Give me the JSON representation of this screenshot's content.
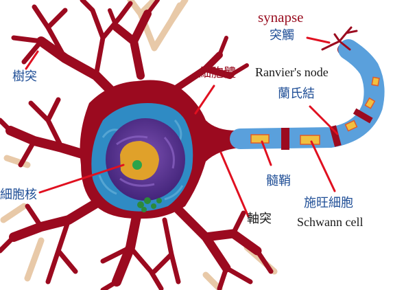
{
  "labels": {
    "synapse": "synapse",
    "terminal": "突觸",
    "dendrite": "樹突",
    "cell_body": "細胞體",
    "ranvier_en": "Ranvier's node",
    "ranvier_zh": "蘭氏結",
    "nucleus": "細胞核",
    "myelin": "髓鞘",
    "axon": "軸突",
    "schwann_zh": "施旺細胞",
    "schwann_en": "Schwann cell"
  },
  "colors": {
    "neuron": "#9b0a1f",
    "cytoplasm": "#2f8bc4",
    "nucleus": "#5a2f8c",
    "nucleolus": "#e0a12a",
    "myelin": "#5aa0dc",
    "pointer": "#e01020",
    "label_blue": "#1f4e96",
    "label_red": "#9a1022"
  }
}
